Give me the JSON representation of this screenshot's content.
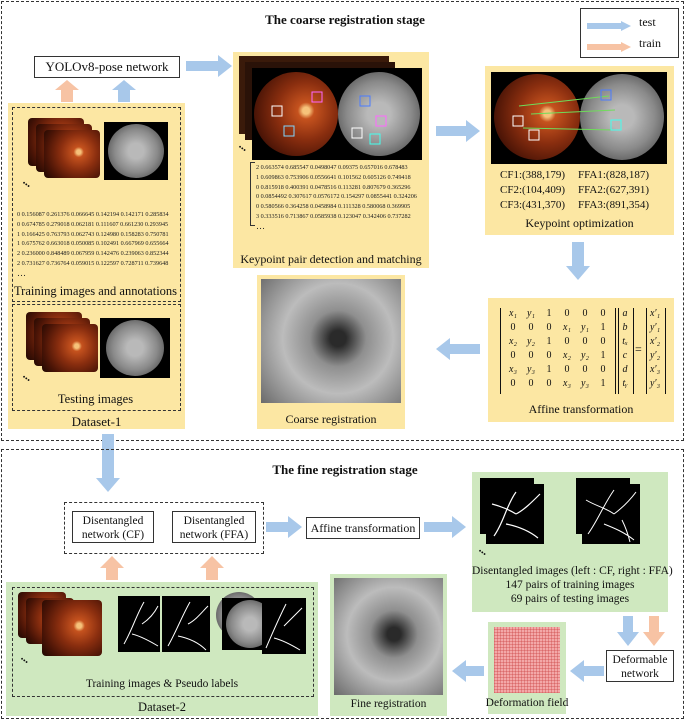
{
  "coarse_stage": {
    "title": "The coarse registration stage",
    "network_label": "YOLOv8-pose network",
    "legend": {
      "test_label": "test",
      "train_label": "train",
      "test_color": "#a8c8ea",
      "train_color": "#f7c3a4"
    },
    "dataset1": {
      "label": "Dataset-1",
      "annotations_caption": "Training images and annotations",
      "testing_caption": "Testing images",
      "annotation_lines": [
        "0 0.156087 0.261376 0.066645 0.142194 0.142171 0.285834",
        "0 0.674785 0.279018 0.062181 0.111607 0.661230 0.293945",
        "1 0.166425 0.763793 0.062743 0.124980 0.158283 0.750781",
        "1 0.675762 0.663018 0.050085 0.102491 0.667969 0.655664",
        "2 0.236000 0.848489 0.067959 0.142476 0.239063 0.852344",
        "2 0.731627 0.736764 0.059015 0.122597 0.728711 0.739648"
      ],
      "ellipsis": "…",
      "more": "•••"
    },
    "detection": {
      "caption": "Keypoint pair detection and matching",
      "lines": [
        "2 0.663574 0.685547 0.0498047 0.09375 0.657016 0.678483",
        "1 0.609863 0.753906 0.0556641 0.101562 0.605126 0.749418",
        "0 0.815918 0.400391 0.0478516 0.113281 0.807679 0.365296",
        "0 0.0854492 0.307617 0.0576172 0.154297 0.0855441 0.324206",
        "0 0.580566 0.364258 0.0458984 0.111328 0.580068 0.369905",
        "3 0.333516 0.713867 0.0585938 0.123047 0.342406 0.737282"
      ],
      "ellipsis": "…"
    },
    "optimization": {
      "caption": "Keypoint optimization",
      "pairs": [
        {
          "cf": "CF1:(388,179)",
          "ffa": "FFA1:(828,187)"
        },
        {
          "cf": "CF2:(104,409)",
          "ffa": "FFA2:(627,391)"
        },
        {
          "cf": "CF3:(431,370)",
          "ffa": "FFA3:(891,354)"
        }
      ]
    },
    "affine_caption": "Affine transformation",
    "matrix": {
      "A": [
        [
          "x₁",
          "y₁",
          "1",
          "0",
          "0",
          "0"
        ],
        [
          "0",
          "0",
          "0",
          "x₁",
          "y₁",
          "1"
        ],
        [
          "x₂",
          "y₂",
          "1",
          "0",
          "0",
          "0"
        ],
        [
          "0",
          "0",
          "0",
          "x₂",
          "y₂",
          "1"
        ],
        [
          "x₃",
          "y₃",
          "1",
          "0",
          "0",
          "0"
        ],
        [
          "0",
          "0",
          "0",
          "x₃",
          "y₃",
          "1"
        ]
      ],
      "params": [
        "a",
        "b",
        "tₓ",
        "c",
        "d",
        "tᵧ"
      ],
      "equals": "=",
      "rhs": [
        "x′₁",
        "y′₁",
        "x′₂",
        "y′₂",
        "x′₃",
        "y′₃"
      ]
    },
    "coarse_caption": "Coarse registration"
  },
  "fine_stage": {
    "title": "The fine registration stage",
    "network_cf": "Disentangled network (CF)",
    "network_ffa": "Disentangled network (FFA)",
    "affine_label": "Affine transformation",
    "disentangled_captions": [
      "Disentangled images (left : CF, right : FFA)",
      "147 pairs of training images",
      "69 pairs of testing images"
    ],
    "deformable_label": "Deformable network",
    "deformation_caption": "Deformation field",
    "fine_caption": "Fine registration",
    "dataset2": {
      "label": "Dataset-2",
      "caption": "Training images & Pseudo labels"
    }
  }
}
